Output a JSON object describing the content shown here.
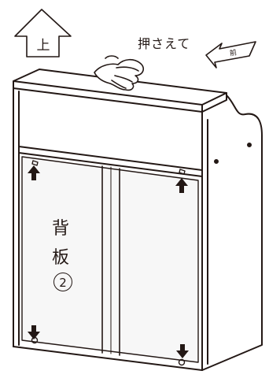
{
  "labels": {
    "up": "上",
    "front": "前",
    "press": "押さえて",
    "back_panel_line1": "背",
    "back_panel_line2": "板",
    "panel_number": "2"
  },
  "colors": {
    "line": "#231815",
    "panel_shade": "#f7f7f7",
    "background": "#ffffff"
  },
  "icons": [
    "up-arrow-icon",
    "front-arrow-icon",
    "hand-icon",
    "down-arrow-icon",
    "screw-icon",
    "hole-icon"
  ]
}
